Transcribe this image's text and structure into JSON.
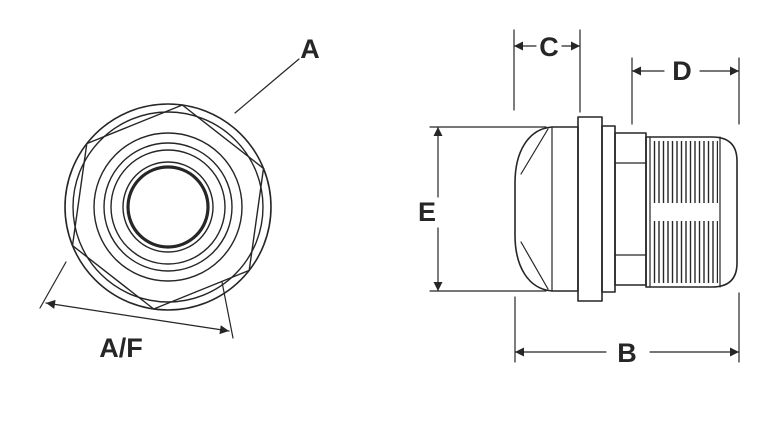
{
  "drawing": {
    "labels": {
      "a": "A",
      "af": "A/F",
      "b": "B",
      "c": "C",
      "d": "D",
      "e": "E"
    },
    "colors": {
      "line": "#262626",
      "background": "#ffffff"
    }
  }
}
